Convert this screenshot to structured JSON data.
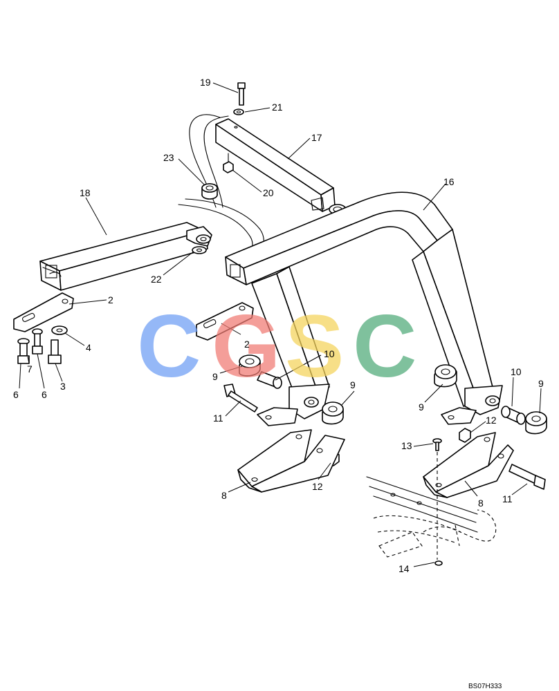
{
  "drawing": {
    "code": "BS07H333",
    "watermark": {
      "letters": [
        "C",
        "G",
        "S",
        "C"
      ],
      "colors": [
        "#6d9ef5",
        "#f07a72",
        "#f5d35a",
        "#4faa78"
      ]
    },
    "callouts": [
      {
        "id": "c19",
        "label": "19"
      },
      {
        "id": "c21",
        "label": "21"
      },
      {
        "id": "c17",
        "label": "17"
      },
      {
        "id": "c23",
        "label": "23"
      },
      {
        "id": "c20",
        "label": "20"
      },
      {
        "id": "c16",
        "label": "16"
      },
      {
        "id": "c18",
        "label": "18"
      },
      {
        "id": "c22",
        "label": "22"
      },
      {
        "id": "c2a",
        "label": "2"
      },
      {
        "id": "c2b",
        "label": "2"
      },
      {
        "id": "c4",
        "label": "4"
      },
      {
        "id": "c7",
        "label": "7"
      },
      {
        "id": "c6a",
        "label": "6"
      },
      {
        "id": "c6b",
        "label": "6"
      },
      {
        "id": "c3",
        "label": "3"
      },
      {
        "id": "c10a",
        "label": "10"
      },
      {
        "id": "c9a",
        "label": "9"
      },
      {
        "id": "c9b",
        "label": "9"
      },
      {
        "id": "c10b",
        "label": "10"
      },
      {
        "id": "c9c",
        "label": "9"
      },
      {
        "id": "c9d",
        "label": "9"
      },
      {
        "id": "c11a",
        "label": "11"
      },
      {
        "id": "c12a",
        "label": "12"
      },
      {
        "id": "c13",
        "label": "13"
      },
      {
        "id": "c8a",
        "label": "8"
      },
      {
        "id": "c12b",
        "label": "12"
      },
      {
        "id": "c8b",
        "label": "8"
      },
      {
        "id": "c11b",
        "label": "11"
      },
      {
        "id": "c14",
        "label": "14"
      }
    ]
  }
}
